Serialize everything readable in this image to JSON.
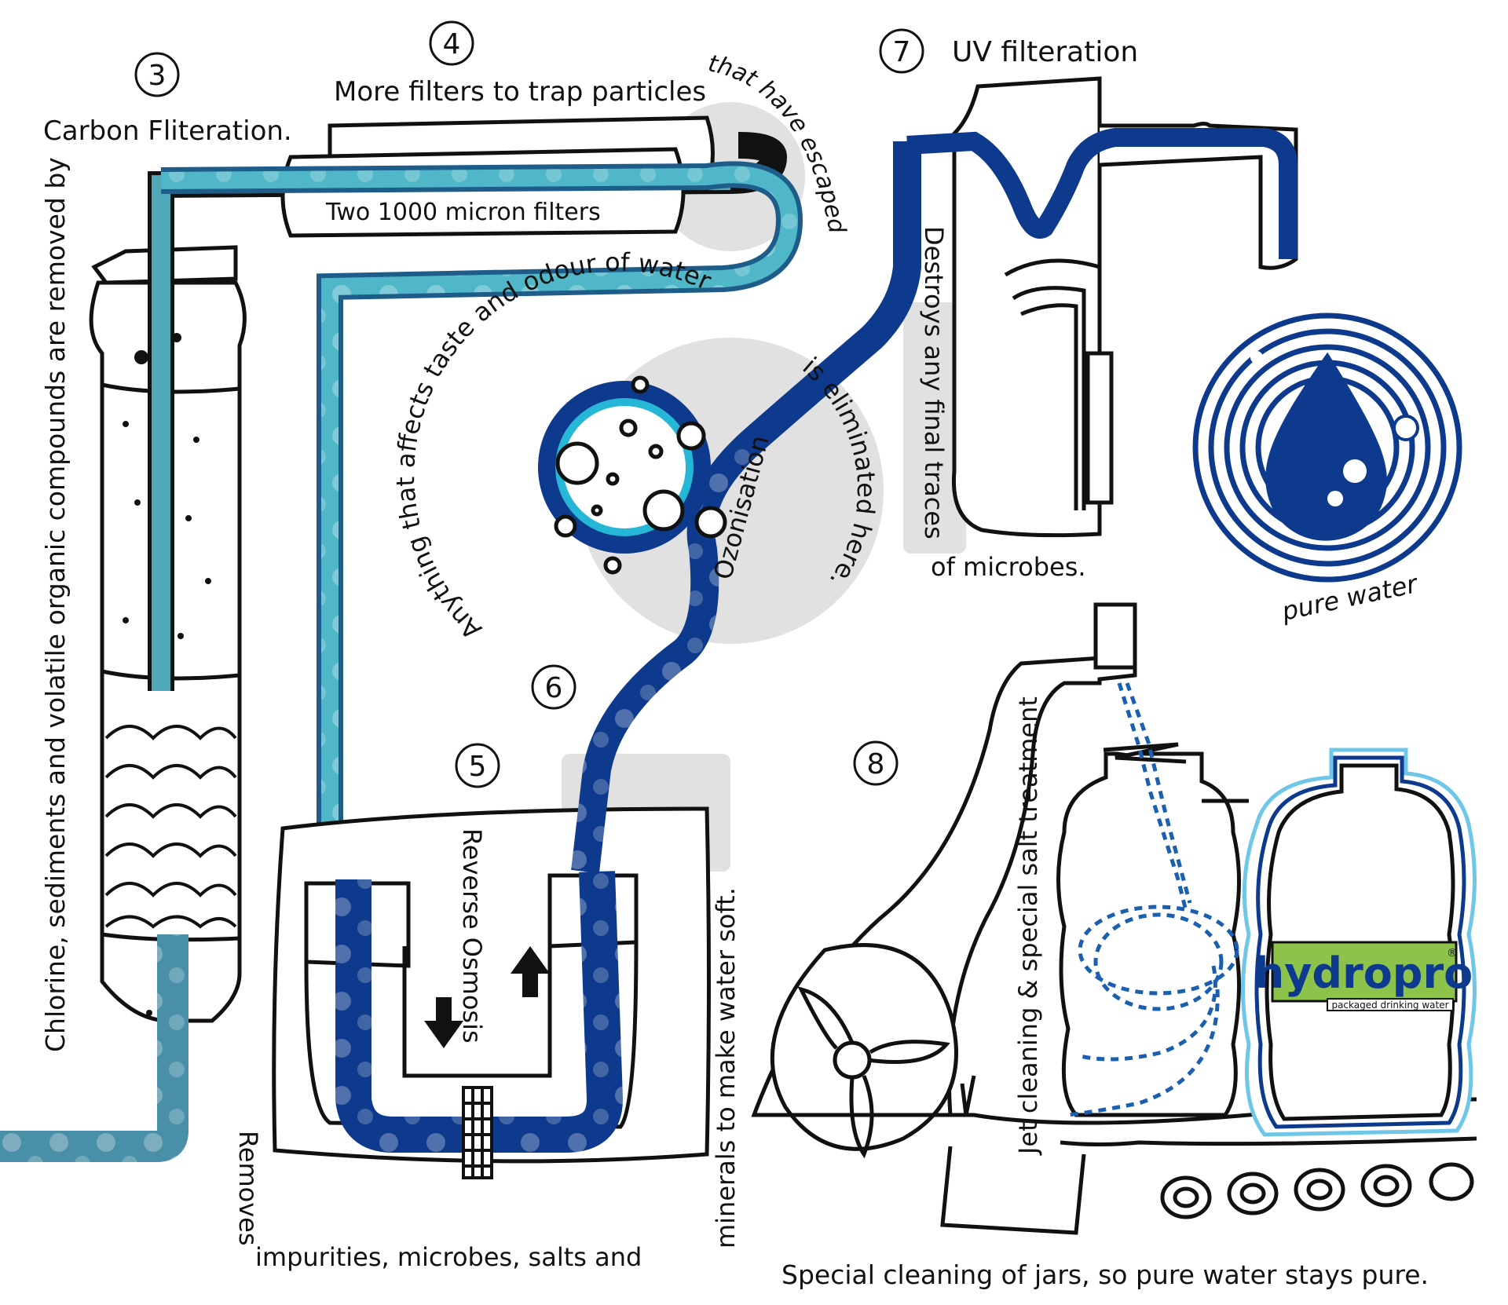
{
  "steps": {
    "s3": {
      "number": "3",
      "title": "Carbon Fliteration.",
      "desc": "Chlorine, sediments and volatile organic compounds are removed by"
    },
    "s4": {
      "number": "4",
      "title_a": "More filters to trap particles",
      "title_b": "that have escaped.",
      "filter_label": "Two 1000 micron filters"
    },
    "s5": {
      "number": "5",
      "title": "Reverse Osmosis",
      "desc_a": "Removes",
      "desc_b": "impurities, microbes, salts and",
      "desc_c": "minerals to make water soft."
    },
    "s6": {
      "number": "6",
      "title": "Ozonisation",
      "desc_a": "Anything that affects  taste and odour of water",
      "desc_b": "is eliminated here."
    },
    "s7": {
      "number": "7",
      "title": "UV filteration",
      "desc_a": "Destroys any final traces",
      "desc_b": "of microbes."
    },
    "s8": {
      "number": "8",
      "desc_a": "Jet cleaning & special salt treatment",
      "desc_b": "Special cleaning of jars, so pure water stays pure."
    }
  },
  "logo": {
    "caption": "pure water"
  },
  "brand": {
    "name": "hydropro",
    "tagline": "packaged drinking water",
    "mark": "®"
  },
  "colors": {
    "dark_blue": "#0d3a8c",
    "mid_blue": "#1a5fb0",
    "teal": "#4fb7c8",
    "cyan": "#26b7d6",
    "grey_shadow": "#d9d9d9",
    "brand_green": "#8dc34b",
    "ink": "#111111"
  }
}
